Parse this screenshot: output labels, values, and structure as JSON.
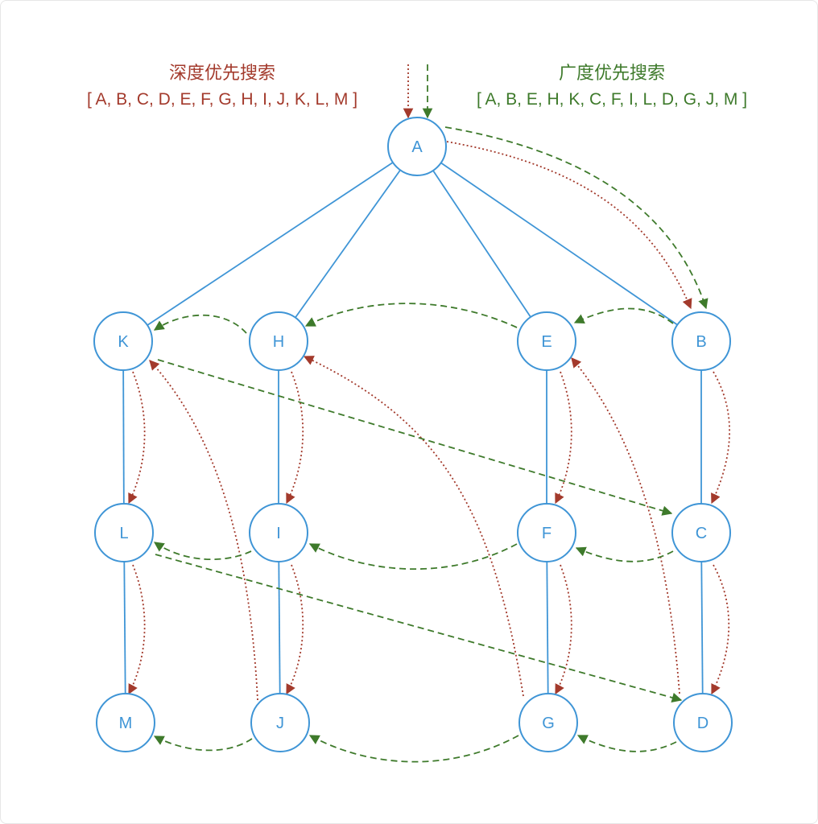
{
  "dfs": {
    "title": "深度优先搜索",
    "sequence": "[ A, B, C, D, E, F, G, H, I, J, K, L, M ]",
    "color": "#a33a2c"
  },
  "bfs": {
    "title": "广度优先搜索",
    "sequence": "[ A, B, E, H, K, C, F, I, L, D, G, J, M ]",
    "color": "#3e7a2b"
  },
  "node_color": "#3f95d6",
  "nodes": {
    "A": "A",
    "K": "K",
    "H": "H",
    "E": "E",
    "B": "B",
    "L": "L",
    "I": "I",
    "F": "F",
    "C": "C",
    "M": "M",
    "J": "J",
    "G": "G",
    "D": "D"
  },
  "tree_edges": [
    [
      "A",
      "K"
    ],
    [
      "A",
      "H"
    ],
    [
      "A",
      "E"
    ],
    [
      "A",
      "B"
    ],
    [
      "K",
      "L"
    ],
    [
      "L",
      "M"
    ],
    [
      "H",
      "I"
    ],
    [
      "I",
      "J"
    ],
    [
      "E",
      "F"
    ],
    [
      "F",
      "G"
    ],
    [
      "B",
      "C"
    ],
    [
      "C",
      "D"
    ]
  ],
  "dfs_order": [
    "A",
    "B",
    "C",
    "D",
    "E",
    "F",
    "G",
    "H",
    "I",
    "J",
    "K",
    "L",
    "M"
  ],
  "bfs_order": [
    "A",
    "B",
    "E",
    "H",
    "K",
    "C",
    "F",
    "I",
    "L",
    "D",
    "G",
    "J",
    "M"
  ]
}
